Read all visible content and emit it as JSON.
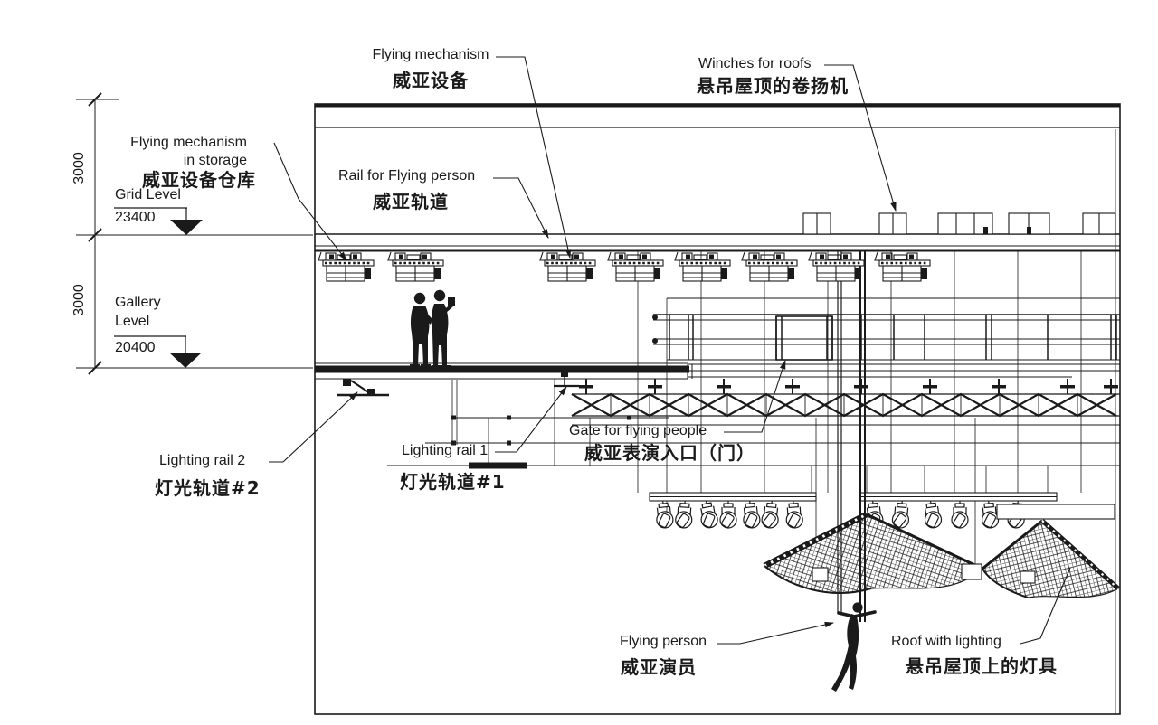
{
  "colors": {
    "ink": "#1a1a1a",
    "background": "#ffffff"
  },
  "labels": {
    "flying_mechanism": {
      "en": "Flying mechanism",
      "zh": "威亚设备"
    },
    "winches_for_roofs": {
      "en": "Winches for roofs",
      "zh": "悬吊屋顶的卷扬机"
    },
    "flying_mechanism_in_storage": {
      "en_line1": "Flying mechanism",
      "en_line2": "in storage",
      "zh": "威亚设备仓库"
    },
    "rail_for_flying_person": {
      "en": "Rail for Flying person",
      "zh": "威亚轨道"
    },
    "gate_for_flying_people": {
      "en": "Gate for flying people",
      "zh": "威亚表演入口（门）"
    },
    "lighting_rail_1": {
      "en": "Lighting rail 1",
      "zh": "灯光轨道#1"
    },
    "lighting_rail_2": {
      "en": "Lighting rail 2",
      "zh": "灯光轨道#2"
    },
    "flying_person": {
      "en": "Flying person",
      "zh": "威亚演员"
    },
    "roof_with_lighting": {
      "en": "Roof with lighting",
      "zh": "悬吊屋顶上的灯具"
    }
  },
  "levels": {
    "grid": {
      "name": "Grid Level",
      "elevation": "23400"
    },
    "gallery": {
      "name_line1": "Gallery",
      "name_line2": "Level",
      "elevation": "20400"
    }
  },
  "dimensions": {
    "upper": "3000",
    "lower": "3000"
  }
}
